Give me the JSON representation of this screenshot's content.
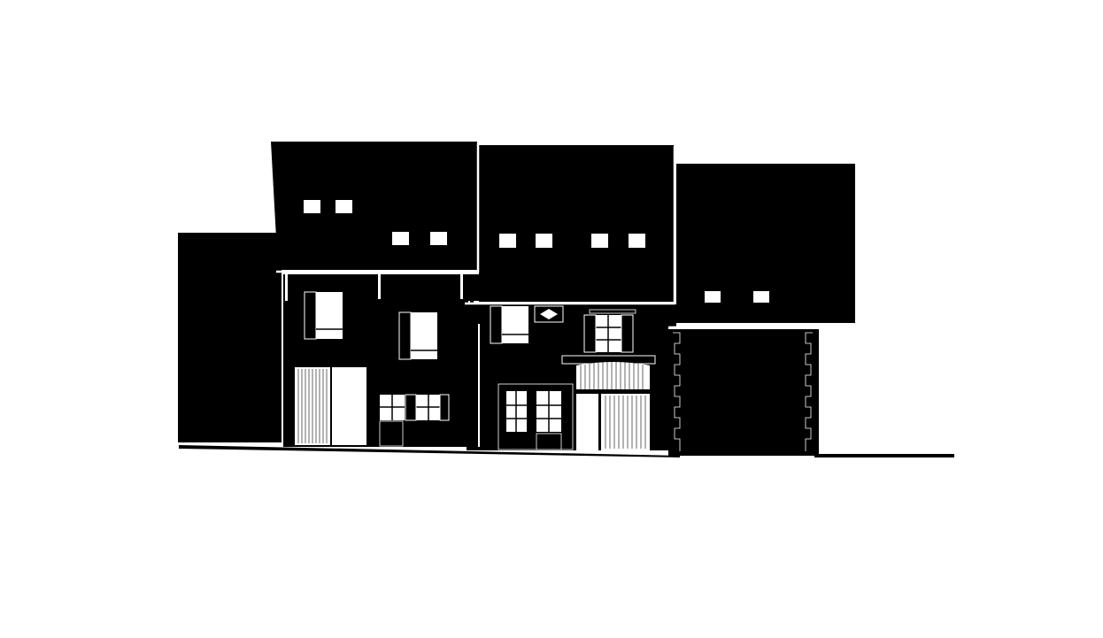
{
  "drawing": {
    "colors": {
      "ink": "#000000",
      "paper": "#ffffff"
    },
    "buildings": [
      {
        "name": "left-annex",
        "roof_windows": 0
      },
      {
        "name": "house-left",
        "roof_windows": 4,
        "facade_windows": 3,
        "doors": 2
      },
      {
        "name": "house-middle",
        "roof_windows": 4,
        "facade_windows": 3,
        "doors": 2
      },
      {
        "name": "house-right-barn",
        "roof_windows": 2,
        "doors": 1
      }
    ]
  }
}
